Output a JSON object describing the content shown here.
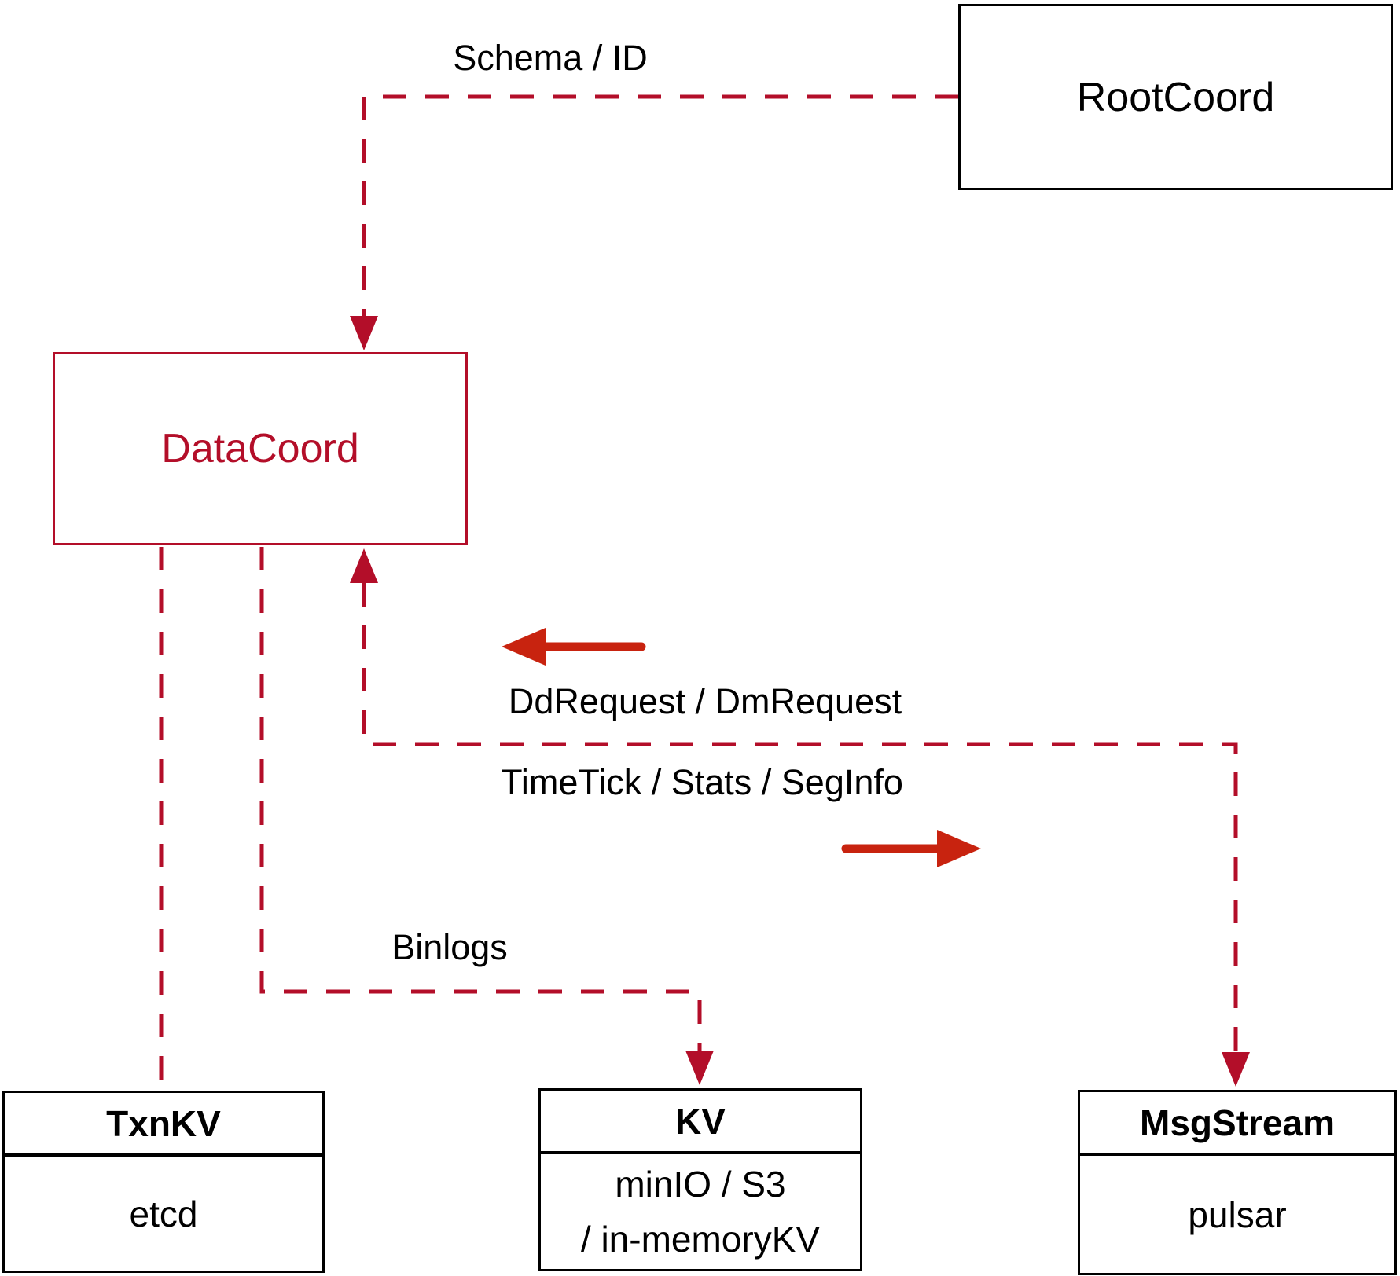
{
  "colors": {
    "crimson": "#b30e29",
    "arrow_red": "#c8230f",
    "background": "#ffffff"
  },
  "nodes": {
    "rootcoord": {
      "label": "RootCoord"
    },
    "datacoord": {
      "label": "DataCoord"
    },
    "txnkv": {
      "title": "TxnKV",
      "subtitle": "etcd"
    },
    "kv": {
      "title": "KV",
      "lines": [
        "minIO / S3",
        "/ in-memoryKV"
      ]
    },
    "msgstream": {
      "title": "MsgStream",
      "subtitle": "pulsar"
    }
  },
  "edges": {
    "schema_id": {
      "label": "Schema / ID"
    },
    "dd_dm_request": {
      "label": "DdRequest / DmRequest"
    },
    "timetick": {
      "label": "TimeTick / Stats / SegInfo"
    },
    "binlogs": {
      "label": "Binlogs"
    }
  }
}
